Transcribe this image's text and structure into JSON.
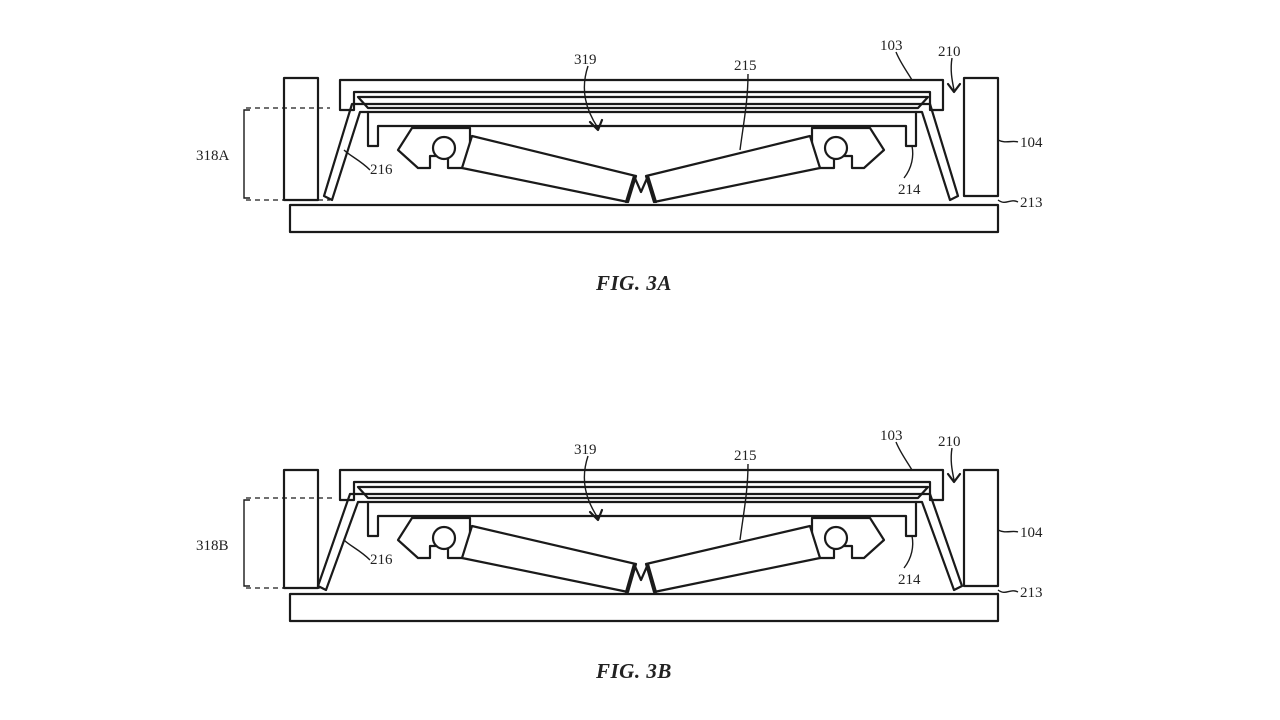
{
  "figures": [
    {
      "caption": "FIG. 3A",
      "labels": {
        "keycap": "103",
        "gap": "210",
        "center_region": "319",
        "hinge_mechanism": "215",
        "housing": "104",
        "travel_dimension": "318A",
        "membrane": "216",
        "support": "214",
        "base": "213"
      }
    },
    {
      "caption": "FIG. 3B",
      "labels": {
        "keycap": "103",
        "gap": "210",
        "center_region": "319",
        "hinge_mechanism": "215",
        "housing": "104",
        "travel_dimension": "318B",
        "membrane": "216",
        "support": "214",
        "base": "213"
      }
    }
  ]
}
